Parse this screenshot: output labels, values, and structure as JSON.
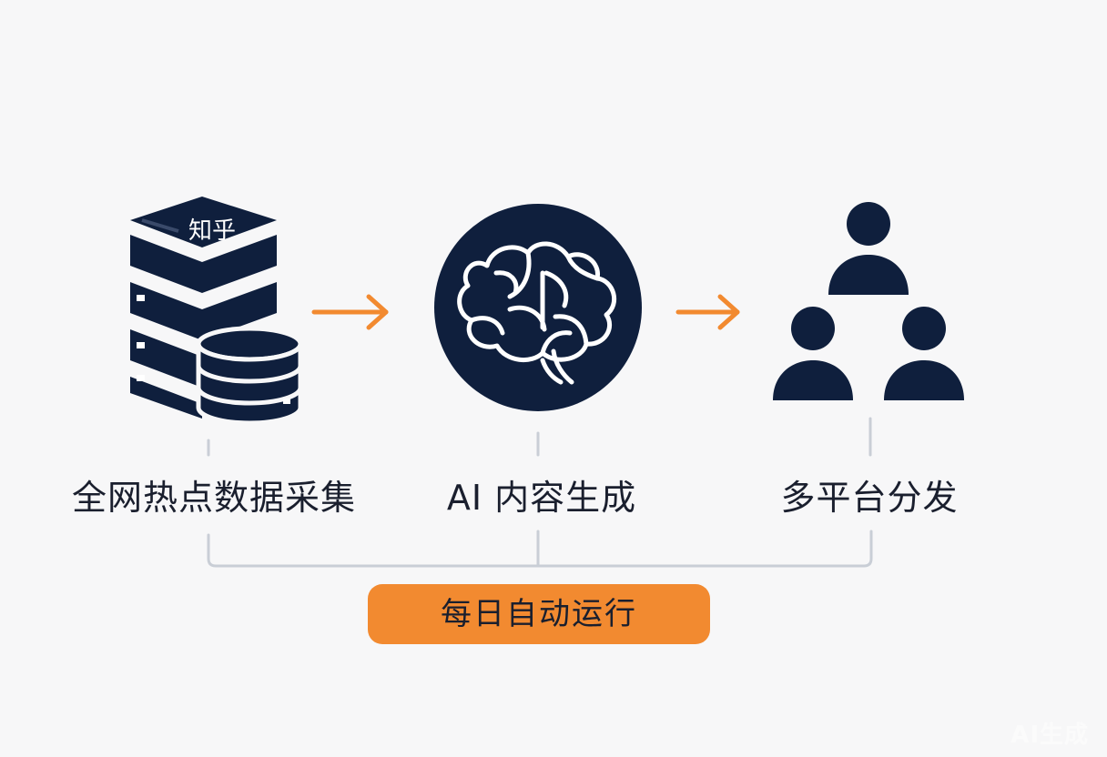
{
  "stages": [
    {
      "label": "全网热点数据采集",
      "icon": "server-database-icon",
      "server_badge": "知乎"
    },
    {
      "label": "AI 内容生成",
      "icon": "brain-icon"
    },
    {
      "label": "多平台分发",
      "icon": "users-group-icon"
    }
  ],
  "footer": {
    "label": "每日自动运行"
  },
  "watermark": "AI生成",
  "colors": {
    "navy": "#0f1f3d",
    "orange": "#f28a30",
    "connector": "#c9ced6",
    "background": "#f7f7f8"
  }
}
